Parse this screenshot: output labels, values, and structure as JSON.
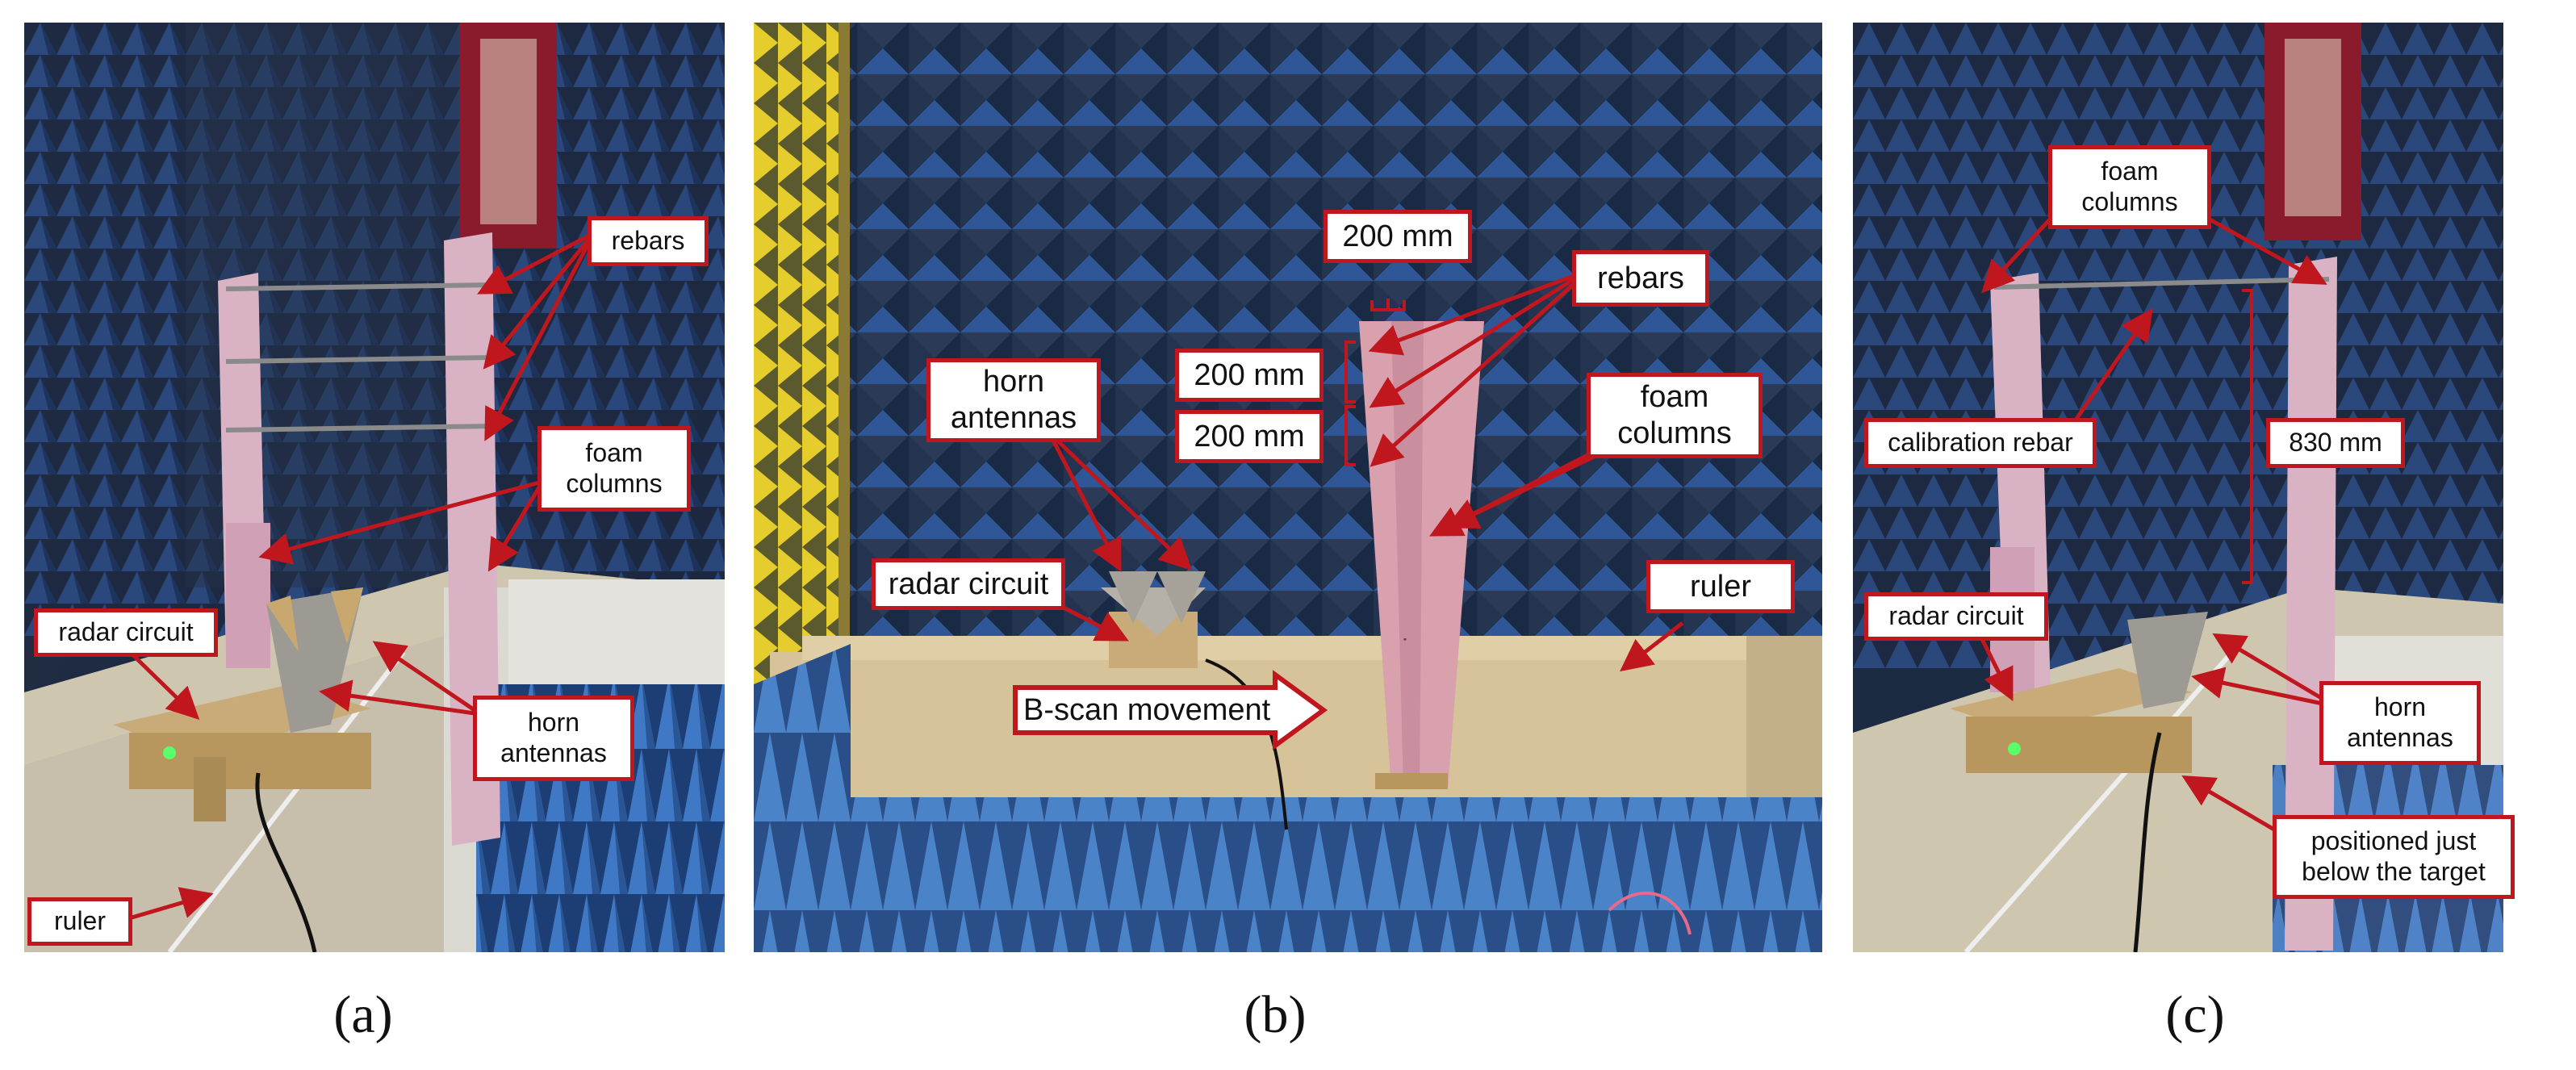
{
  "panels": [
    {
      "caption": "(a)",
      "labels": {
        "rebars": "rebars",
        "foam": [
          "foam",
          "columns"
        ],
        "radar": "radar circuit",
        "horn": [
          "horn",
          "antennas"
        ],
        "ruler": "ruler"
      }
    },
    {
      "caption": "(b)",
      "labels": {
        "dim_top": "200 mm",
        "dim_mid": "200 mm",
        "dim_low": "200 mm",
        "rebars": "rebars",
        "horn": [
          "horn",
          "antennas"
        ],
        "foam": [
          "foam",
          "columns"
        ],
        "radar": "radar circuit",
        "ruler": "ruler",
        "bscan": "B-scan movement"
      }
    },
    {
      "caption": "(c)",
      "labels": {
        "foam": [
          "foam",
          "columns"
        ],
        "calib": "calibration rebar",
        "dim": "830 mm",
        "radar": "radar circuit",
        "horn": [
          "horn",
          "antennas"
        ],
        "pos": [
          "positioned just",
          "below the target"
        ]
      }
    }
  ],
  "colors": {
    "annotation": "#c0161e",
    "absorber_blue": "#2f5f9e",
    "wall": "#1f2a3a",
    "foam": "#d9b3c4",
    "wood": "#c8ab78",
    "floor": "#d0c6ad"
  }
}
